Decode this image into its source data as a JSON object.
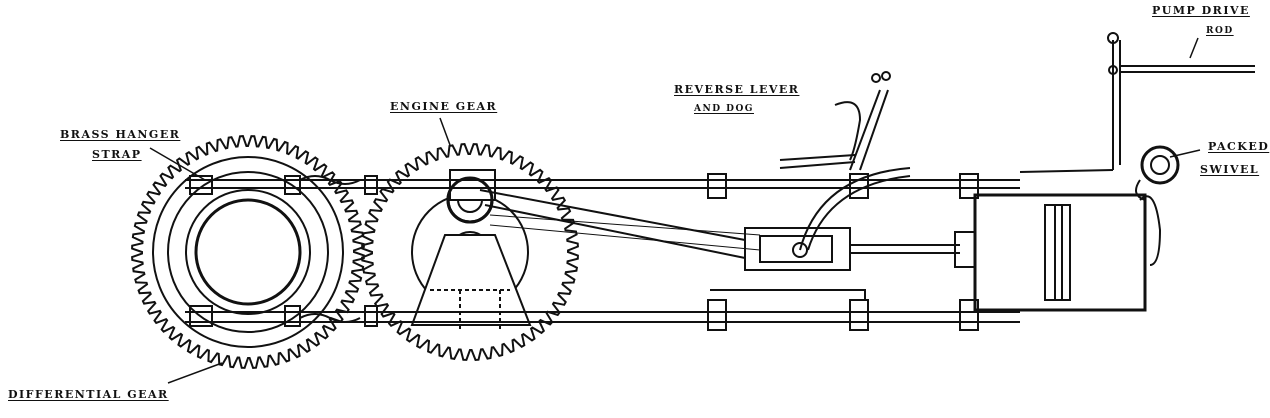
{
  "labels": {
    "pump_drive_rod_1": "PUMP DRIVE",
    "pump_drive_rod_2": "ROD",
    "reverse_lever_1": "REVERSE LEVER",
    "reverse_lever_2": "AND DOG",
    "engine_gear": "ENGINE GEAR",
    "brass_hanger_1": "BRASS HANGER",
    "brass_hanger_2": "STRAP",
    "packed_swivel_1": "PACKED",
    "packed_swivel_2": "SWIVEL",
    "differential_gear": "DIFFERENTIAL GEAR"
  },
  "colors": {
    "ink": "#111111",
    "paper": "#ffffff"
  }
}
